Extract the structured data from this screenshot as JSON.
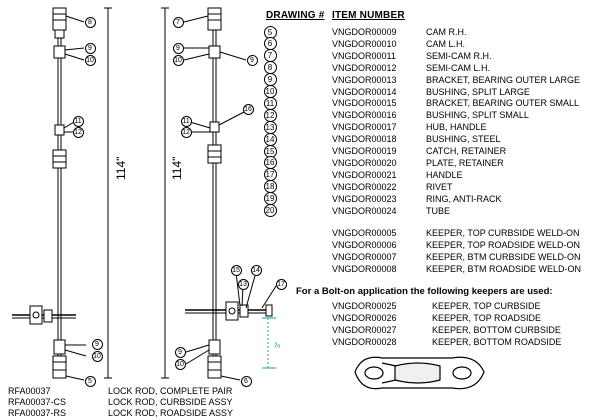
{
  "table": {
    "header_drawing": "DRAWING #",
    "header_item": "ITEM NUMBER",
    "rows": [
      {
        "no": "5",
        "item": "VNGDOR00009",
        "desc": "CAM R.H."
      },
      {
        "no": "6",
        "item": "VNGDOR00010",
        "desc": "CAM L.H."
      },
      {
        "no": "7",
        "item": "VNGDOR00011",
        "desc": "SEMI-CAM R.H."
      },
      {
        "no": "8",
        "item": "VNGDOR00012",
        "desc": "SEMI-CAM L.H."
      },
      {
        "no": "9",
        "item": "VNGDOR00013",
        "desc": "BRACKET, BEARING OUTER LARGE"
      },
      {
        "no": "10",
        "item": "VNGDOR00014",
        "desc": "BUSHING, SPLIT LARGE"
      },
      {
        "no": "11",
        "item": "VNGDOR00015",
        "desc": "BRACKET, BEARING OUTER SMALL"
      },
      {
        "no": "12",
        "item": "VNGDOR00016",
        "desc": "BUSHING, SPLIT SMALL"
      },
      {
        "no": "13",
        "item": "VNGDOR00017",
        "desc": "HUB, HANDLE"
      },
      {
        "no": "14",
        "item": "VNGDOR00018",
        "desc": "BUSHING, STEEL"
      },
      {
        "no": "15",
        "item": "VNGDOR00019",
        "desc": "CATCH, RETAINER"
      },
      {
        "no": "16",
        "item": "VNGDOR00020",
        "desc": "PLATE, RETAINER"
      },
      {
        "no": "17",
        "item": "VNGDOR00021",
        "desc": "HANDLE"
      },
      {
        "no": "18",
        "item": "VNGDOR00022",
        "desc": "RIVET"
      },
      {
        "no": "19",
        "item": "VNGDOR00023",
        "desc": "RING, ANTI-RACK"
      },
      {
        "no": "20",
        "item": "VNGDOR00024",
        "desc": "TUBE"
      }
    ],
    "keepers": [
      {
        "item": "VNGDOR00005",
        "desc": "KEEPER, TOP CURBSIDE WELD-ON"
      },
      {
        "item": "VNGDOR00006",
        "desc": "KEEPER, TOP ROADSIDE WELD-ON"
      },
      {
        "item": "VNGDOR00007",
        "desc": "KEEPER, BTM CURBSIDE WELD-ON"
      },
      {
        "item": "VNGDOR00008",
        "desc": "KEEPER, BTM ROADSIDE WELD-ON"
      }
    ]
  },
  "bolt_on": {
    "note": "For a Bolt-on application the following keepers are used:",
    "keepers": [
      {
        "item": "VNGDOR00025",
        "desc": "KEEPER, TOP CURBSIDE"
      },
      {
        "item": "VNGDOR00026",
        "desc": "KEEPER, TOP ROADSIDE"
      },
      {
        "item": "VNGDOR00027",
        "desc": "KEEPER, BOTTOM CURBSIDE"
      },
      {
        "item": "VNGDOR00028",
        "desc": "KEEPER, BOTTOM ROADSIDE"
      }
    ]
  },
  "assemblies": [
    {
      "part": "RFA00037",
      "desc": "LOCK ROD, COMPLETE PAIR"
    },
    {
      "part": "RFA00037-CS",
      "desc": "LOCK ROD, CURBSIDE ASSY"
    },
    {
      "part": "RFA00037-RS",
      "desc": "LOCK ROD, ROADSIDE ASSY"
    }
  ],
  "drawing": {
    "length_left": "114\"",
    "length_right": "114\"",
    "small_dim": "3\"",
    "left_callouts": [
      "8",
      "9",
      "10",
      "11",
      "12",
      "9",
      "10",
      "5"
    ],
    "right_callouts": [
      "7",
      "9",
      "10",
      "9",
      "11",
      "12",
      "16",
      "15",
      "13",
      "14",
      "17",
      "9",
      "10",
      "6"
    ]
  }
}
